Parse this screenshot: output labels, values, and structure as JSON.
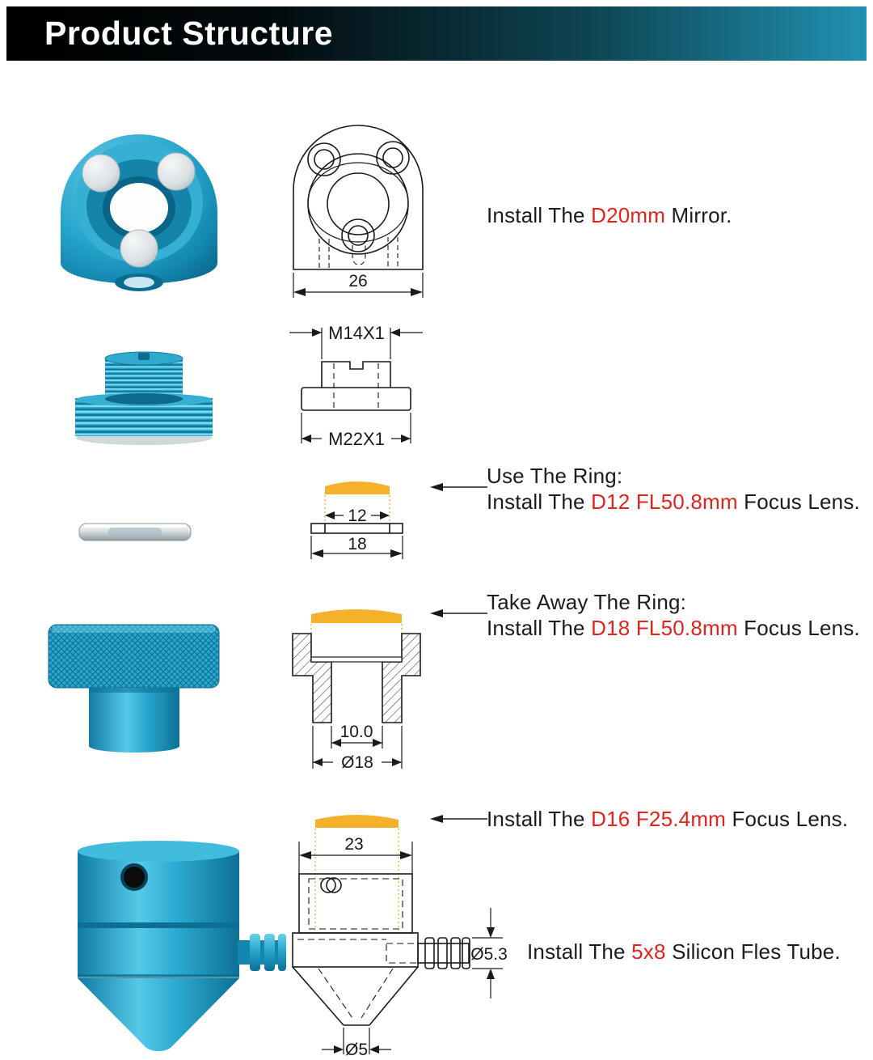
{
  "header": {
    "title": "Product Structure"
  },
  "notes": {
    "mirror": {
      "pre": "Install The ",
      "em": "D20mm",
      "post": " Mirror."
    },
    "ring_use": {
      "head": "Use The Ring:",
      "pre": "Install The ",
      "em": "D12 FL50.8mm",
      "post": " Focus Lens."
    },
    "ring_away": {
      "head": "Take Away The Ring:",
      "pre": "Install The ",
      "em": "D18 FL50.8mm",
      "post": " Focus Lens."
    },
    "lens16": {
      "pre": "Install The ",
      "em": "D16 F25.4mm",
      "post": " Focus Lens."
    },
    "tube": {
      "pre": "Install The ",
      "em": "5x8",
      "post": " Silicon Fles Tube."
    }
  },
  "dims": {
    "mount_width": "26",
    "thread_top": "M14X1",
    "thread_bottom": "M22X1",
    "ring_inner": "12",
    "ring_outer": "18",
    "tube_bore": "10.0",
    "tube_outer": "Ø18",
    "head_width": "23",
    "barb_dia": "Ø5.3",
    "nozzle_dia": "Ø5"
  },
  "colors": {
    "accent_red": "#e2241b",
    "part_blue": "#2aa9d0",
    "lens_yellow": "#f6b12a",
    "banner_teal": "#2191b1",
    "drawing_ink": "#1a1a1a"
  }
}
